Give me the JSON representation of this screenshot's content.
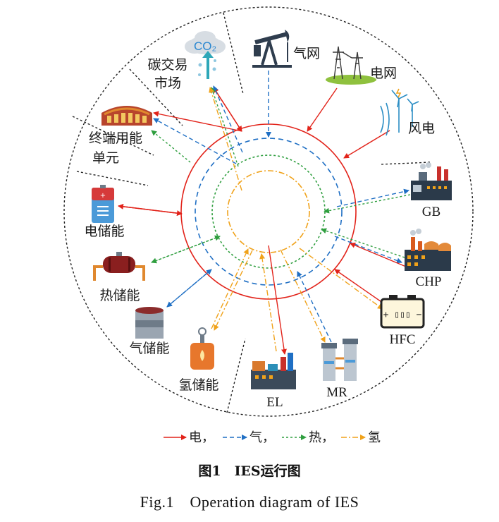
{
  "nodes": {
    "carbon_market": "碳交易市场",
    "co2": "CO₂",
    "gas_grid": "气网",
    "power_grid": "电网",
    "wind": "风电",
    "gb": "GB",
    "chp": "CHP",
    "hfc": "HFC",
    "mr": "MR",
    "el": "EL",
    "h2_storage": "氢储能",
    "gas_storage": "气储能",
    "heat_storage": "热储能",
    "elec_storage": "电储能",
    "terminal": "终端用能单元"
  },
  "legend": {
    "electricity": "电，",
    "gas": "气，",
    "heat": "热，",
    "hydrogen": "氢"
  },
  "colors": {
    "electricity": "#e2231a",
    "gas": "#1f6fc4",
    "heat": "#2e9e3e",
    "hydrogen": "#f0a21a"
  },
  "caption": {
    "zh": "图1　IES运行图",
    "en": "Fig.1　Operation diagram of IES"
  }
}
